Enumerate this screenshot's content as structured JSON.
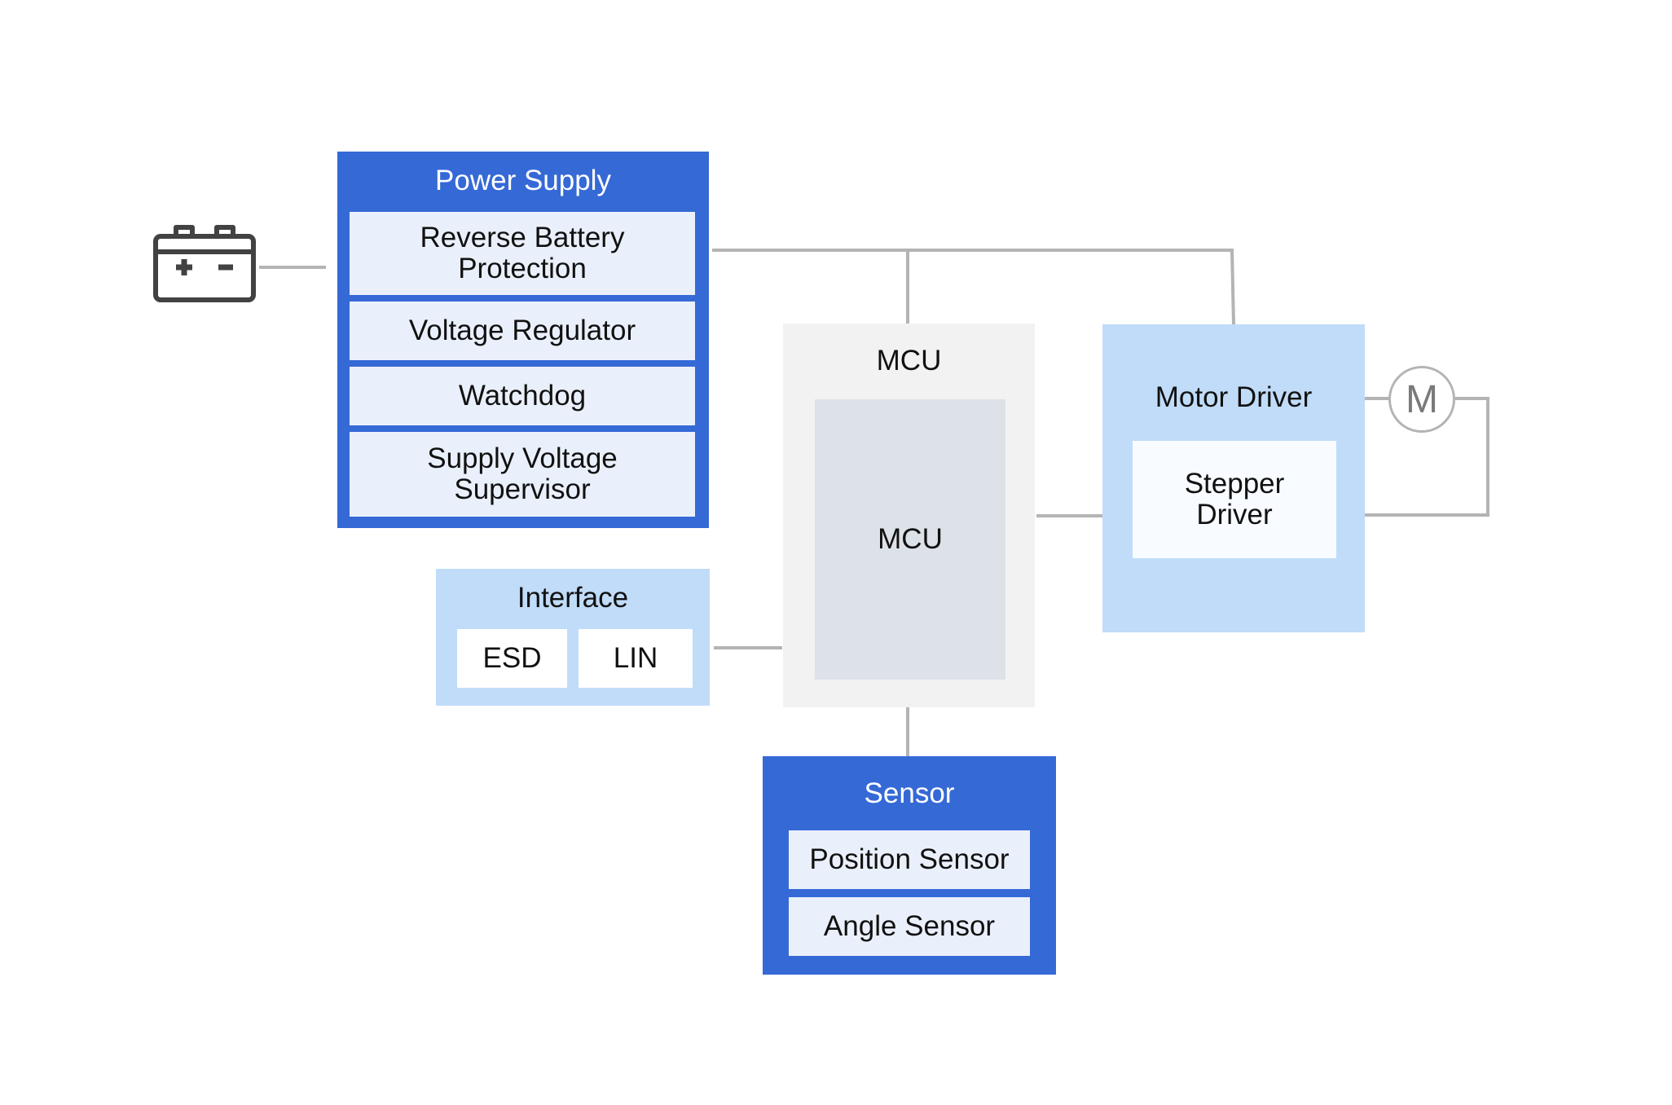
{
  "colors": {
    "primary_blue": "#3569d6",
    "light_blue": "#c0dcf8",
    "pale_item": "#eaf0fb",
    "mcu_outer": "#f2f2f2",
    "mcu_inner": "#dde1e8",
    "wire": "#b4b4b4",
    "icon": "#424242"
  },
  "icons": {
    "battery": "battery-icon",
    "motor": "motor-icon"
  },
  "power_supply": {
    "title": "Power Supply",
    "items": [
      "Reverse Battery\nProtection",
      "Voltage Regulator",
      "Watchdog",
      "Supply Voltage\nSupervisor"
    ]
  },
  "interface": {
    "title": "Interface",
    "items": [
      "ESD",
      "LIN"
    ]
  },
  "mcu": {
    "outer_label": "MCU",
    "inner_label": "MCU"
  },
  "motor_driver": {
    "title": "Motor Driver",
    "item": "Stepper\nDriver"
  },
  "motor": {
    "label": "M"
  },
  "sensor": {
    "title": "Sensor",
    "items": [
      "Position Sensor",
      "Angle Sensor"
    ]
  }
}
